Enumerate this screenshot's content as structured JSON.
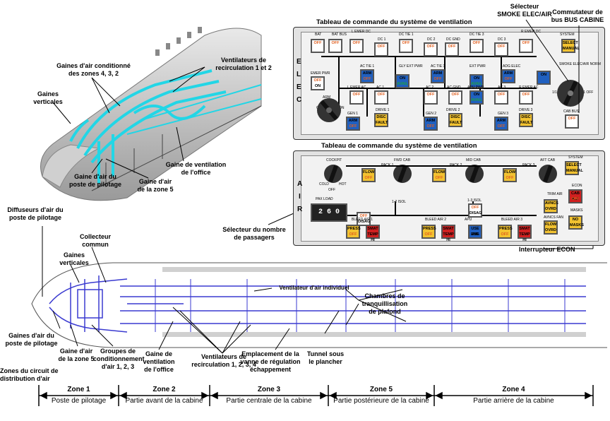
{
  "top_left_labels": {
    "conditioned_ducts": "Gaines d'air conditionné\ndes zones 4, 3, 2",
    "recirc_fans_1_2": "Ventilateurs de\nrecirculation 1 et 2",
    "vertical_ducts": "Gaines\nverticales",
    "galley_duct": "Gaine de ventilation\nde l'office",
    "flight_deck_duct": "Gaine d'air du\nposte de pilotage",
    "zone5_duct": "Gaine d'air\nde la zone 5"
  },
  "panel_elec": {
    "title": "Tableau de commande du système de ventilation",
    "side_letters": [
      "E",
      "L",
      "E",
      "C"
    ],
    "captions": [
      "BAT",
      "BAT BUS",
      "L EMER DC",
      "DC 1",
      "DC TIE 1",
      "DC 2",
      "DC GND",
      "DC TIE 3",
      "DC 3",
      "R EMER DC",
      "SYSTEM",
      "EMER PWR",
      "AC TIE 1",
      "GLY EXT PWR",
      "AC TIE 3",
      "EXT PWR",
      "ADG ELEC",
      "SMOKE ELEC/AIR NORM",
      "L EMER AC",
      "AC 1",
      "AC 2",
      "AC GND",
      "APU PWR",
      "AC 3",
      "R EMER AC",
      "GEN 1",
      "DRIVE 1",
      "GEN 2",
      "DRIVE 2",
      "GEN 3",
      "DRIVE 3",
      "CAB BUS",
      "ARM",
      "OFF",
      "ON",
      "1/1 OFF",
      "1/1 OFF",
      "2/3 OFF"
    ],
    "switches": [
      {
        "a": "OFF",
        "b": ""
      },
      {
        "a": "OFF",
        "b": ""
      },
      {
        "a": "OFF",
        "b": ""
      },
      {
        "a": "OFF",
        "b": ""
      },
      {
        "a": "OFF",
        "b": ""
      },
      {
        "a": "OFF",
        "b": ""
      },
      {
        "a": "OFF",
        "b": ""
      },
      {
        "a": "OFF",
        "b": ""
      },
      {
        "a": "OFF",
        "b": ""
      },
      {
        "a": "OFF",
        "b": ""
      },
      {
        "a": "SELECT",
        "b": "MANUAL"
      },
      {
        "a": "OFF",
        "b": "ON"
      },
      {
        "a": "ARM",
        "b": "OFF"
      },
      {
        "a": "ON",
        "b": "AVAIL"
      },
      {
        "a": "ARM",
        "b": "OFF"
      },
      {
        "a": "ON",
        "b": "AVAIL"
      },
      {
        "a": "ARM",
        "b": "OFF"
      },
      {
        "a": "ON",
        "b": ""
      },
      {
        "a": "OFF",
        "b": ""
      },
      {
        "a": "OFF",
        "b": ""
      },
      {
        "a": "OFF",
        "b": ""
      },
      {
        "a": "OFF",
        "b": ""
      },
      {
        "a": "ON",
        "b": "AVAIL"
      },
      {
        "a": "OFF",
        "b": ""
      },
      {
        "a": "OFF",
        "b": ""
      },
      {
        "a": "ARM",
        "b": "OFF"
      },
      {
        "a": "DISC",
        "b": "FAULT"
      },
      {
        "a": "ARM",
        "b": "OFF"
      },
      {
        "a": "DISC",
        "b": "FAULT"
      },
      {
        "a": "ARM",
        "b": "OFF"
      },
      {
        "a": "DISC",
        "b": "FAULT"
      },
      {
        "a": "OFF",
        "b": ""
      }
    ]
  },
  "panel_air": {
    "title": "Tableau de commande du système de ventilation",
    "side_letters": [
      "A",
      "I",
      "R"
    ],
    "captions": [
      "COCKPIT",
      "FWD CAB",
      "MID CAB",
      "AFT CAB",
      "SYSTEM",
      "COLD",
      "HOT",
      "OFF",
      "PACK 1",
      "PACK 2",
      "PACK 3",
      "PAX LOAD",
      "1-2 ISOL",
      "1-3 ISOL",
      "BLEED AIR 1",
      "BLEED AIR 2",
      "APU",
      "BLEED AIR 3",
      "TRIM AIR",
      "ECON",
      "MASKS",
      "AVNCS FAN"
    ],
    "pax_load": "2 6 0",
    "switches": [
      {
        "a": "FLOW",
        "b": "OFF"
      },
      {
        "a": "FLOW",
        "b": "OFF"
      },
      {
        "a": "FLOW",
        "b": "OFF"
      },
      {
        "a": "SELECT",
        "b": "MANUAL"
      },
      {
        "a": "CAB ALT",
        "b": "OFF"
      },
      {
        "a": "AVNCS",
        "b": "OVRD"
      },
      {
        "a": "OFF",
        "b": "DISAG"
      },
      {
        "a": "OFF",
        "b": "DISAG"
      },
      {
        "a": "PRESS",
        "b": "OFF"
      },
      {
        "a": "SMAT",
        "b": "TEMP HI"
      },
      {
        "a": "PRESS",
        "b": "OFF"
      },
      {
        "a": "SMAT",
        "b": "TEMP HI"
      },
      {
        "a": "USE ENG",
        "b": "AIR"
      },
      {
        "a": "PRESS",
        "b": "OFF"
      },
      {
        "a": "SMAT",
        "b": "TEMP HI"
      },
      {
        "a": "FLOW",
        "b": "OVRD"
      },
      {
        "a": "NO",
        "b": "MASKS"
      }
    ]
  },
  "right_labels": {
    "smoke_selector": "Sélecteur\nSMOKE ELEC/AIR",
    "cabin_bus_switch": "Commutateur de\nbus BUS CABINE",
    "pax_selector": "Sélecteur du nombre\nde passagers",
    "econ_switch": "Interrupteur ECON"
  },
  "fuselage_labels": {
    "cockpit_diffusers": "Diffuseurs d'air du\nposte de pilotage",
    "common_manifold": "Collecteur\ncommun",
    "vertical_ducts": "Gaines\nverticales",
    "individual_fan": "Ventilateur d'air individuel",
    "plenums": "Chambres de\ntranquillisation\nde plafond",
    "flight_deck_ducts": "Gaines d'air du\nposte de pilotage",
    "zone5_duct": "Gaine d'air\nde la zone 5",
    "ac_packs": "Groupes de\nconditionnement\nd'air 1, 2, 3",
    "galley_duct": "Gaine de\nventilation\nde l'office",
    "recirc_fans": "Ventilateurs de\nrecirculation 1, 2, 3, 4",
    "outflow_valve": "Emplacement de la\nvanne de régulation\néchappement",
    "underfloor_tunnel": "Tunnel sous\nle plancher",
    "distribution_zones": "Zones du circuit de\ndistribution d'air"
  },
  "zones": [
    {
      "name": "Zone 1",
      "desc": "Poste de pilotage"
    },
    {
      "name": "Zone 2",
      "desc": "Partie avant de la cabine"
    },
    {
      "name": "Zone 3",
      "desc": "Partie centrale de la cabine"
    },
    {
      "name": "Zone 5",
      "desc": "Partie postérieure de la cabine"
    },
    {
      "name": "Zone 4",
      "desc": "Partie arrière de la cabine"
    }
  ],
  "colors": {
    "duct_cyan": "#22d6e6",
    "duct_blue": "#3a3ad0",
    "switch_yellow": "#f2c230",
    "switch_red": "#d02020",
    "switch_orange": "#e06020",
    "switch_blue": "#2060c0",
    "switch_green": "#20a040"
  }
}
